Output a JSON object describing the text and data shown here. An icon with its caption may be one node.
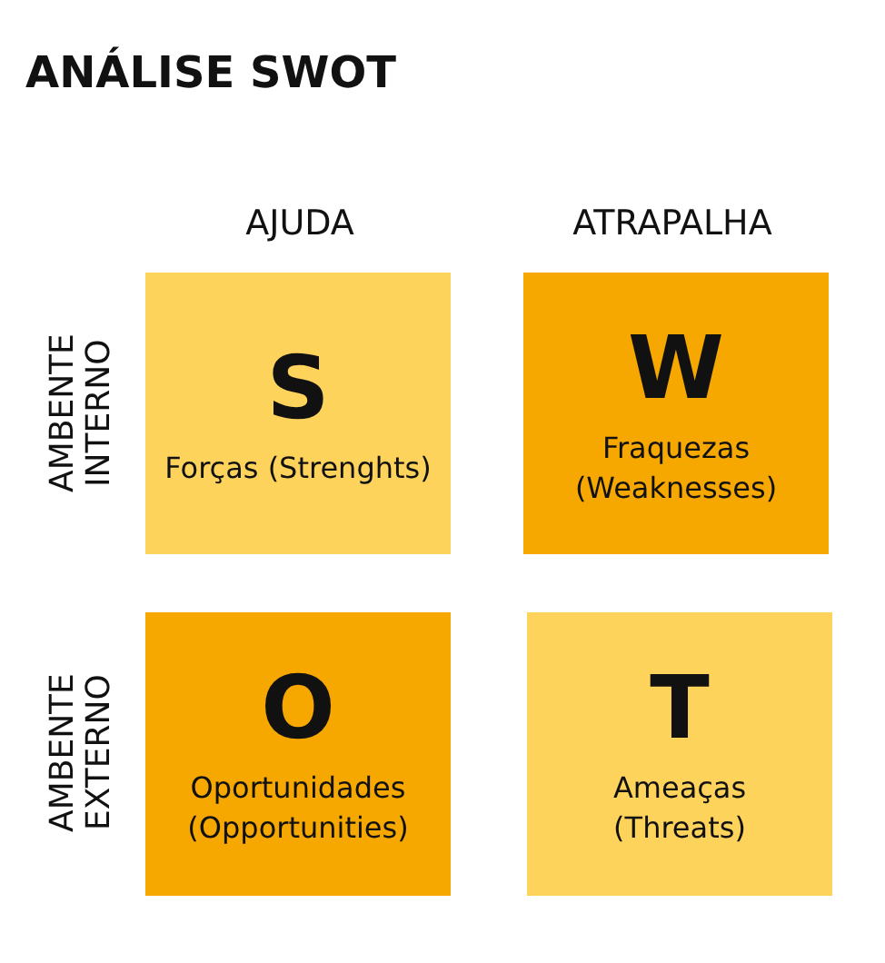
{
  "diagram": {
    "title": "ANÁLISE SWOT",
    "nodes": [
      {
        "text": [
          "S",
          "Forças (Strenghts)"
        ]
      },
      {
        "text": [
          "W",
          "Fraquezas (Weaknesses)"
        ]
      },
      {
        "text": [
          "O",
          "Oportunidades (Opportunities)"
        ]
      },
      {
        "text": [
          "T",
          "Ameaças (Threats)"
        ]
      }
    ],
    "labels": [
      "AJUDA",
      "ATRAPALHA",
      "AMBENTE INTERNO",
      "AMBENTE EXTERNO"
    ]
  }
}
